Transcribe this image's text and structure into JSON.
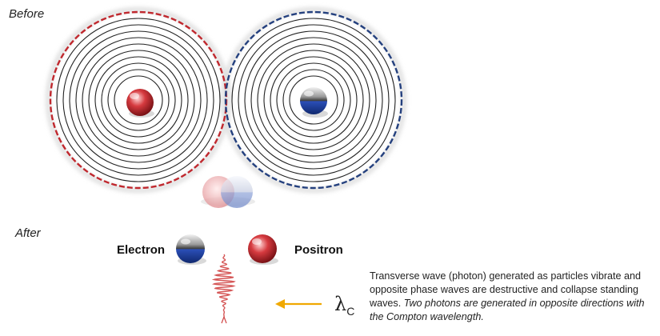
{
  "labels": {
    "before": "Before",
    "after": "After",
    "electron": "Electron",
    "positron": "Positron",
    "lambda_symbol": "λ",
    "lambda_subscript": "C"
  },
  "caption": {
    "plain": "Transverse wave (photon) generated as particles vibrate and opposite phase waves are destructive and collapse standing waves.",
    "italic": "Two photons are generated in opposite directions with the Compton wavelength."
  },
  "colors": {
    "electron_blue": "#1f3f9a",
    "positron_red": "#b8262d",
    "red_dashed_circle": "#c0282e",
    "blue_dashed_circle": "#24407e",
    "wave_rings": "#222222",
    "photon_wave": "#d04545",
    "arrow": "#f0a800"
  },
  "icons": {
    "arrow": "left-arrow-icon",
    "photon": "photon-wave-icon"
  }
}
